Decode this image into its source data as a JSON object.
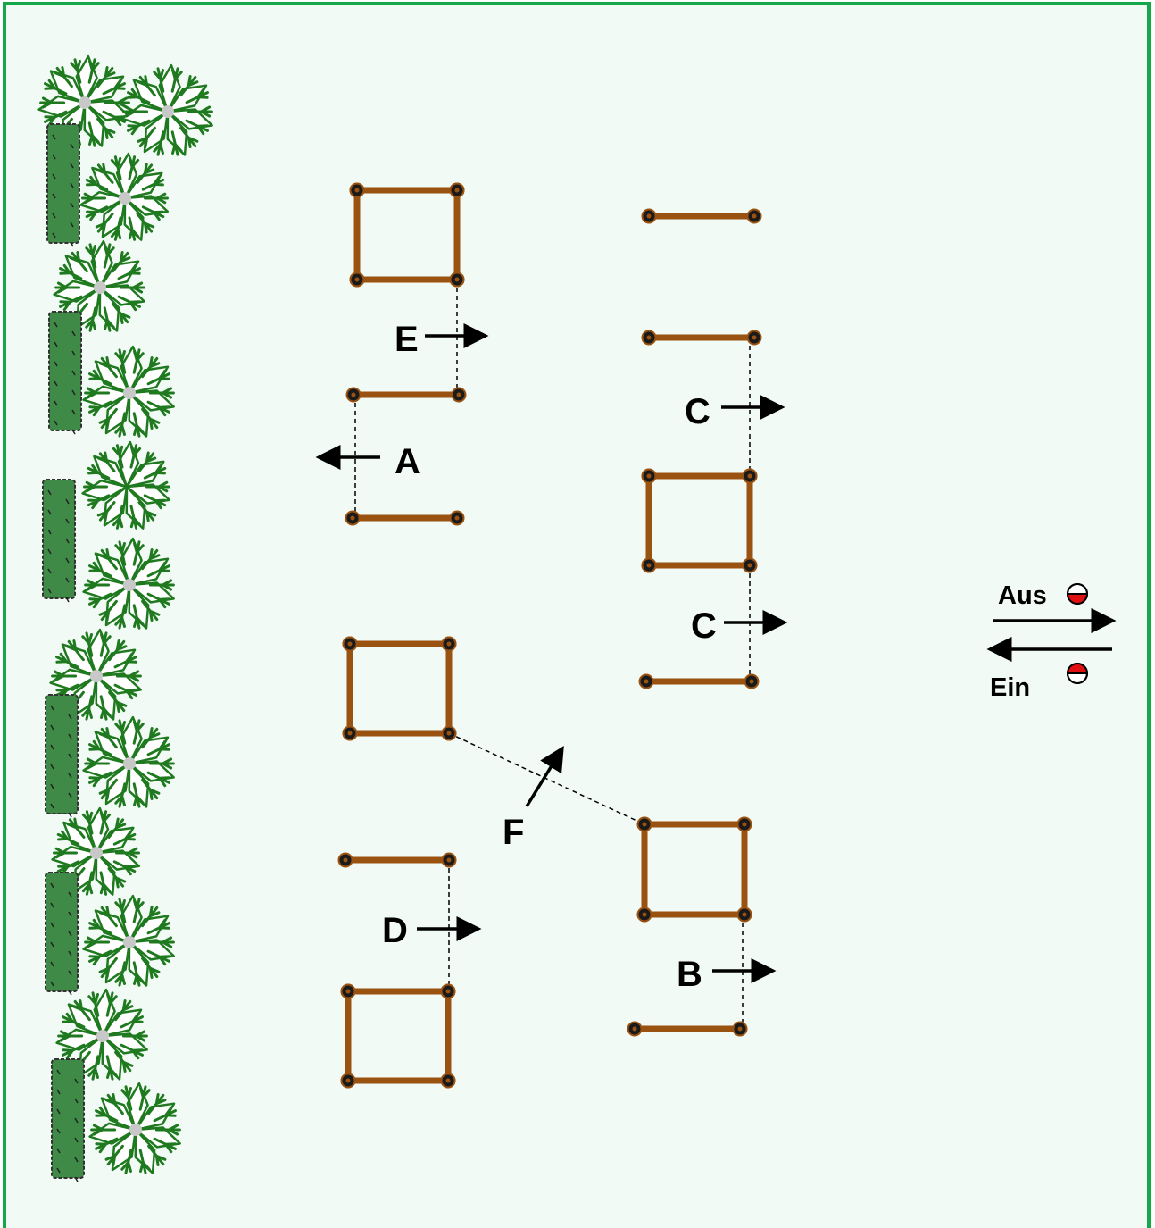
{
  "colors": {
    "background": "#f1faf4",
    "border": "#14a84a",
    "pole": "#9a5210",
    "pole_end": "#1a1a1a",
    "hedge": "#3e8a46",
    "hedge_edge": "#333333",
    "tree_outline": "#1f7a1f",
    "tree_fill": "#ffffff",
    "tree_center": "#c8c8c8",
    "arrow": "#000000",
    "connector": "#000000",
    "indicator_red": "#e01010"
  },
  "obstacles": {
    "label_a": "A",
    "label_b": "B",
    "label_c1": "C",
    "label_c2": "C",
    "label_d": "D",
    "label_e": "E",
    "label_f": "F"
  },
  "legend": {
    "out_label": "Aus",
    "in_label": "Ein",
    "out_icon": "lower-half-red-indicator-icon",
    "in_icon": "upper-half-red-indicator-icon"
  },
  "icons": {
    "tree": "tree-icon",
    "hedge": "hedge-icon",
    "pole": "pole-icon"
  }
}
